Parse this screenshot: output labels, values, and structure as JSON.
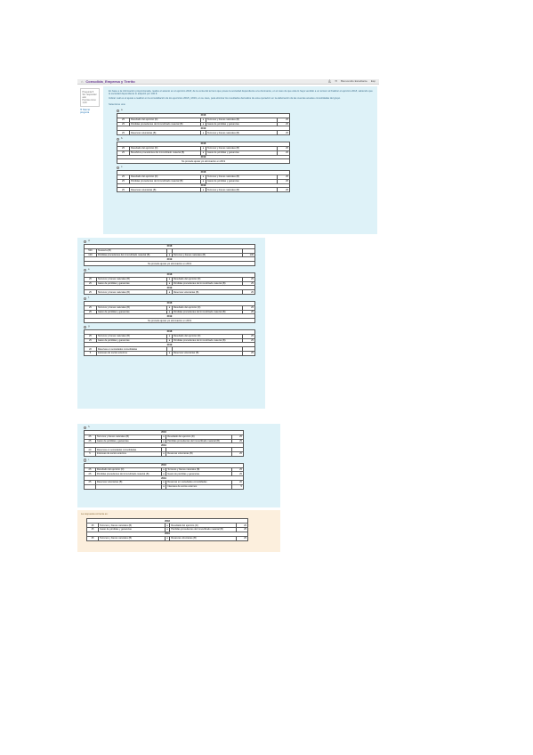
{
  "header": {
    "home_icon": "home-icon",
    "course_title": "Consolida_Empresa y Territo",
    "nav_icons": [
      "bell-icon",
      "chat-icon"
    ],
    "user_label": "Bienvenido Estudiante",
    "logout_label": "Esp"
  },
  "sidebar": {
    "question_label": "Pregunta 5",
    "status_label": "Sin responder aún",
    "points_label": "Puntúa como 1,00",
    "flag_label": "Marcar pregunta"
  },
  "question": {
    "paragraphs": [
      "En base a la información proporcionada, realice el asiento en el ejercicio 2018, de la venta del terreno que posee la sociedad dependiente a la dominante, en el caso de que ésta lo haya vendido a un tercero al finalizar el ejercicio 2018, sabiendo que la sociedad dependiente lo adquirió por 100 €.",
      "Indicar cuál es el ajuste a realizar en la consolidación de los ejercicios 2018 y 2019, en su caso, para eliminar los resultados derivados de esta operación en la elaboración de las cuentas anuales consolidadas del grupo."
    ],
    "select_label": "Seleccione una:"
  },
  "options": [
    {
      "letter": "a.",
      "rows": [
        {
          "type": "year",
          "text": "2018"
        },
        {
          "type": "line",
          "amount": "25",
          "debit": "Resultado del ejercicio (D)",
          "a": "a",
          "credit": "Terrenos y bienes naturales (B)",
          "camount": "25"
        },
        {
          "type": "line",
          "amount": "25",
          "debit": "Pérdidas procedentes del inmovilizado material (B)",
          "a": "a",
          "credit": "Gasto de pérdidas y ganancias",
          "camount": "25"
        },
        {
          "type": "year",
          "text": "2019"
        },
        {
          "type": "line",
          "amount": "25",
          "debit": "Reservas voluntarias (B)",
          "a": "a",
          "credit": "Terrenos y bienes naturales (B)",
          "camount": "25"
        }
      ]
    },
    {
      "letter": "b.",
      "rows": [
        {
          "type": "year",
          "text": "2018"
        },
        {
          "type": "line",
          "amount": "25",
          "debit": "Resultado del ejercicio (D)",
          "a": "a",
          "credit": "Terrenos y bienes naturales (B)",
          "camount": "25"
        },
        {
          "type": "line",
          "amount": "25",
          "debit": "Beneficios procedentes del inmovilizado material (B)",
          "a": "a",
          "credit": "Gasto de pérdidas y ganancias",
          "camount": "25"
        },
        {
          "type": "year",
          "text": "2019"
        },
        {
          "type": "note",
          "text": "No procede ajuste y/o eliminación en 2019"
        }
      ]
    },
    {
      "letter": "c.",
      "rows": [
        {
          "type": "year",
          "text": "2018"
        },
        {
          "type": "line",
          "amount": "25",
          "debit": "Resultado del ejercicio (D)",
          "a": "a",
          "credit": "Terrenos y bienes naturales (B)",
          "camount": "25"
        },
        {
          "type": "line",
          "amount": "25",
          "debit": "Pérdidas procedentes del inmovilizado material (B)",
          "a": "a",
          "credit": "Gasto de pérdidas y ganancias",
          "camount": "25"
        },
        {
          "type": "year",
          "text": "2019"
        },
        {
          "type": "line",
          "amount": "25",
          "debit": "Reservas voluntarias (B)",
          "a": "a",
          "credit": "Terrenos y bienes naturales (B)",
          "camount": "25"
        }
      ]
    },
    {
      "letter": "d.",
      "rows": [
        {
          "type": "year",
          "text": "2018"
        },
        {
          "type": "line",
          "amount": "500",
          "debit": "Tesorería (B)",
          "a": "",
          "credit": "",
          "camount": ""
        },
        {
          "type": "line",
          "amount": "100",
          "debit": "Pérdidas procedentes del inmovilizado material (B)",
          "a": "a",
          "credit": "Terrenos y bienes naturales (B)",
          "camount": "100"
        },
        {
          "type": "year",
          "text": "2019"
        },
        {
          "type": "note",
          "text": "No procede ajuste y/o eliminación en 2019"
        }
      ]
    },
    {
      "letter": "e.",
      "rows": [
        {
          "type": "year",
          "text": "2018"
        },
        {
          "type": "line",
          "amount": "25",
          "debit": "Terrenos y bienes naturales (B)",
          "a": "a",
          "credit": "Resultado del ejercicio (D)",
          "camount": "25"
        },
        {
          "type": "line",
          "amount": "25",
          "debit": "Gasto de pérdidas y ganancias",
          "a": "a",
          "credit": "Pérdidas procedentes del inmovilizado material (B)",
          "camount": "25"
        },
        {
          "type": "year",
          "text": "2019"
        },
        {
          "type": "line",
          "amount": "25",
          "debit": "Terrenos y bienes naturales (B)",
          "a": "a",
          "credit": "Reservas voluntarias (B)",
          "camount": "25"
        }
      ]
    },
    {
      "letter": "f.",
      "rows": [
        {
          "type": "year",
          "text": "2018"
        },
        {
          "type": "line",
          "amount": "25",
          "debit": "Terrenos y bienes naturales (B)",
          "a": "a",
          "credit": "Resultado del ejercicio (D)",
          "camount": "25"
        },
        {
          "type": "line",
          "amount": "25",
          "debit": "Gasto de pérdidas y ganancias",
          "a": "a",
          "credit": "Pérdidas procedentes del inmovilizado material (B)",
          "camount": "25"
        },
        {
          "type": "year",
          "text": "2019"
        },
        {
          "type": "note",
          "text": "No procede ajuste y/o eliminación en 2019"
        }
      ]
    },
    {
      "letter": "g.",
      "rows": [
        {
          "type": "year",
          "text": "2018"
        },
        {
          "type": "line",
          "amount": "25",
          "debit": "Terrenos y bienes naturales (B)",
          "a": "a",
          "credit": "Resultado del ejercicio (D)",
          "camount": "25"
        },
        {
          "type": "line",
          "amount": "25",
          "debit": "Gasto de pérdidas y ganancias",
          "a": "a",
          "credit": "Pérdidas procedentes del inmovilizado material (B)",
          "camount": "25"
        },
        {
          "type": "year",
          "text": "2019"
        },
        {
          "type": "line",
          "amount": "20",
          "debit": "Reservas en sociedades consolidadas",
          "a": "",
          "credit": "",
          "camount": ""
        },
        {
          "type": "line",
          "amount": "5",
          "debit": "Intereses de socios externos",
          "a": "a",
          "credit": "Reservas voluntarias (B)",
          "camount": "25"
        }
      ]
    },
    {
      "letter": "h.",
      "rows": [
        {
          "type": "year",
          "text": "2018"
        },
        {
          "type": "line",
          "amount": "25",
          "debit": "Terrenos y bienes naturales (B)",
          "a": "a",
          "credit": "Resultado del ejercicio (D)",
          "camount": "25"
        },
        {
          "type": "line",
          "amount": "25",
          "debit": "Gasto de pérdidas y ganancias",
          "a": "a",
          "credit": "Pérdidas procedentes del inmovilizado material (B)",
          "camount": "25"
        },
        {
          "type": "year",
          "text": "2019"
        },
        {
          "type": "line",
          "amount": "20",
          "debit": "Reservas en sociedades consolidadas",
          "a": "",
          "credit": "",
          "camount": ""
        },
        {
          "type": "line",
          "amount": "5",
          "debit": "Intereses de socios externos",
          "a": "a",
          "credit": "Reservas voluntarias (B)",
          "camount": "25"
        }
      ]
    },
    {
      "letter": "i.",
      "rows": [
        {
          "type": "year",
          "text": "2018"
        },
        {
          "type": "line",
          "amount": "25",
          "debit": "Resultado del ejercicio (D)",
          "a": "a",
          "credit": "Terrenos y bienes naturales (B)",
          "camount": "25"
        },
        {
          "type": "line",
          "amount": "25",
          "debit": "Pérdidas procedentes del inmovilizado material (B)",
          "a": "a",
          "credit": "Gasto de pérdidas y ganancias",
          "camount": "25"
        },
        {
          "type": "year",
          "text": "2019"
        },
        {
          "type": "line",
          "amount": "25",
          "debit": "Reservas voluntarias (B)",
          "a": "a",
          "credit": "Reservas en sociedades consolidadas",
          "camount": "20"
        },
        {
          "type": "line",
          "amount": "",
          "debit": "",
          "a": "a",
          "credit": "Intereses de socios externos",
          "camount": "5"
        }
      ]
    }
  ],
  "answer": {
    "label": "La respuesta correcta es:",
    "rows": [
      {
        "type": "year",
        "text": "2018"
      },
      {
        "type": "line",
        "amount": "25",
        "debit": "Terrenos y bienes naturales (B)",
        "a": "a",
        "credit": "Resultado del ejercicio (D)",
        "camount": "25"
      },
      {
        "type": "line",
        "amount": "25",
        "debit": "Gasto de pérdidas y ganancias",
        "a": "a",
        "credit": "Pérdidas procedentes del inmovilizado material (B)",
        "camount": "25"
      },
      {
        "type": "year",
        "text": "2019"
      },
      {
        "type": "line",
        "amount": "25",
        "debit": "Terrenos y bienes naturales (B)",
        "a": "a",
        "credit": "Reservas voluntarias (B)",
        "camount": "25"
      }
    ]
  },
  "colors": {
    "question_bg": "#def2f8",
    "answer_bg": "#fcefdd",
    "brand": "#6a3b92"
  }
}
